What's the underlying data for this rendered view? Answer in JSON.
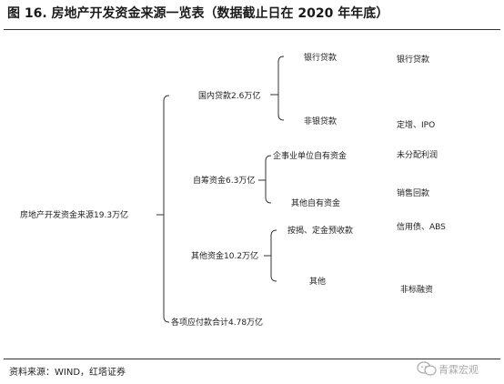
{
  "title": "图 16. 房地产开发资金来源一览表（数据截止日在 2020 年年底）",
  "root": "房地产开发资金来源19.3万亿",
  "level1": [
    {
      "id": "domestic",
      "label": "国内贷款2.6万亿"
    },
    {
      "id": "self",
      "label": "自筹资金6.3万亿"
    },
    {
      "id": "other",
      "label": "其他资金10.2万亿"
    },
    {
      "id": "payable",
      "label": "各项应付款合计4.78万亿"
    }
  ],
  "level2": [
    {
      "id": "bank-loan",
      "label": "银行贷款"
    },
    {
      "id": "nonbank-loan",
      "label": "非银贷款"
    },
    {
      "id": "enterprise-self",
      "label": "企事业单位自有资金"
    },
    {
      "id": "other-self",
      "label": "其他自有资金"
    },
    {
      "id": "deposit-prepay",
      "label": "按揭、定金预收款"
    },
    {
      "id": "other-misc",
      "label": "其他"
    }
  ],
  "right_notes": [
    {
      "id": "note-bank",
      "label": "银行贷款"
    },
    {
      "id": "note-ipo",
      "label": "定增、IPO"
    },
    {
      "id": "note-undistributed",
      "label": "未分配利润"
    },
    {
      "id": "note-sales",
      "label": "销售回款"
    },
    {
      "id": "note-bond",
      "label": "信用债、ABS"
    },
    {
      "id": "note-nonstandard",
      "label": "非标融资"
    }
  ],
  "source": "资料来源：WIND，红塔证券",
  "watermark": "青霖宏观"
}
